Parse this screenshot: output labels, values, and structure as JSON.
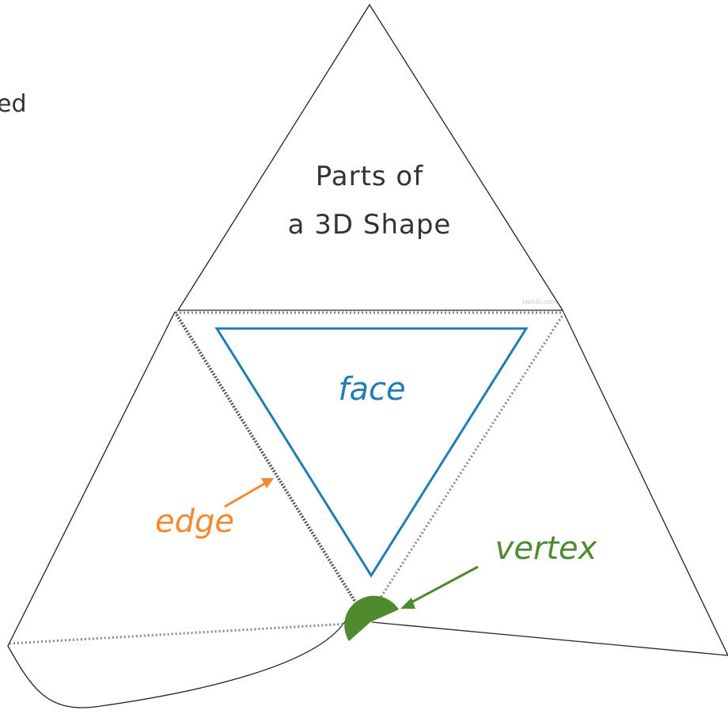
{
  "title": {
    "line1": "Parts of",
    "line2": "a 3D Shape"
  },
  "labels": {
    "face": "face",
    "edge": "edge",
    "vertex": "vertex"
  },
  "partial_text": "ed",
  "watermark": "twinkl.com",
  "colors": {
    "outline": "#222222",
    "fold_line": "#888888",
    "face": "#1f7db5",
    "edge": "#f28a2e",
    "vertex": "#4e8a2e",
    "title": "#333333"
  }
}
